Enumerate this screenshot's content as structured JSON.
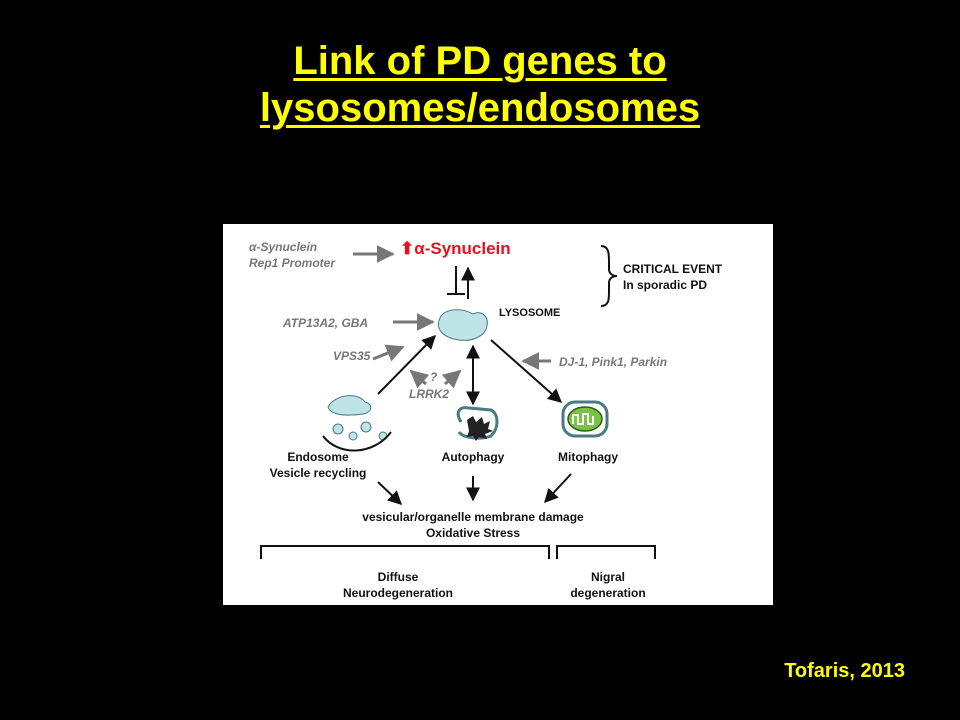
{
  "slide": {
    "title_line1": "Link of PD genes to",
    "title_line2": "lysosomes/endosomes",
    "citation": "Tofaris, 2013"
  },
  "diagram": {
    "alpha_synuclein_input_1": "α-Synuclein",
    "alpha_synuclein_input_2": "Rep1 Promoter",
    "alpha_synuclein": "α-Synuclein",
    "critical_event_1": "CRITICAL EVENT",
    "critical_event_2": "In sporadic PD",
    "atp13a2_gba": "ATP13A2, GBA",
    "lysosome": "LYSOSOME",
    "vps35": "VPS35",
    "question": "?",
    "lrrk2": "LRRK2",
    "dj1_pink1_parkin": "DJ-1, Pink1, Parkin",
    "endosome": "Endosome",
    "vesicle_recycling": "Vesicle recycling",
    "autophagy": "Autophagy",
    "mitophagy": "Mitophagy",
    "damage_1": "vesicular/organelle membrane damage",
    "damage_2": "Oxidative Stress",
    "diffuse_1": "Diffuse",
    "diffuse_2": "Neurodegeneration",
    "nigral_1": "Nigral",
    "nigral_2": "degeneration"
  },
  "colors": {
    "title": "#ffff00",
    "background": "#000000",
    "alpha_synuclein": "#e8101e",
    "organelle_fill": "#bfe4e8",
    "mitochondria": "#7cc242"
  }
}
